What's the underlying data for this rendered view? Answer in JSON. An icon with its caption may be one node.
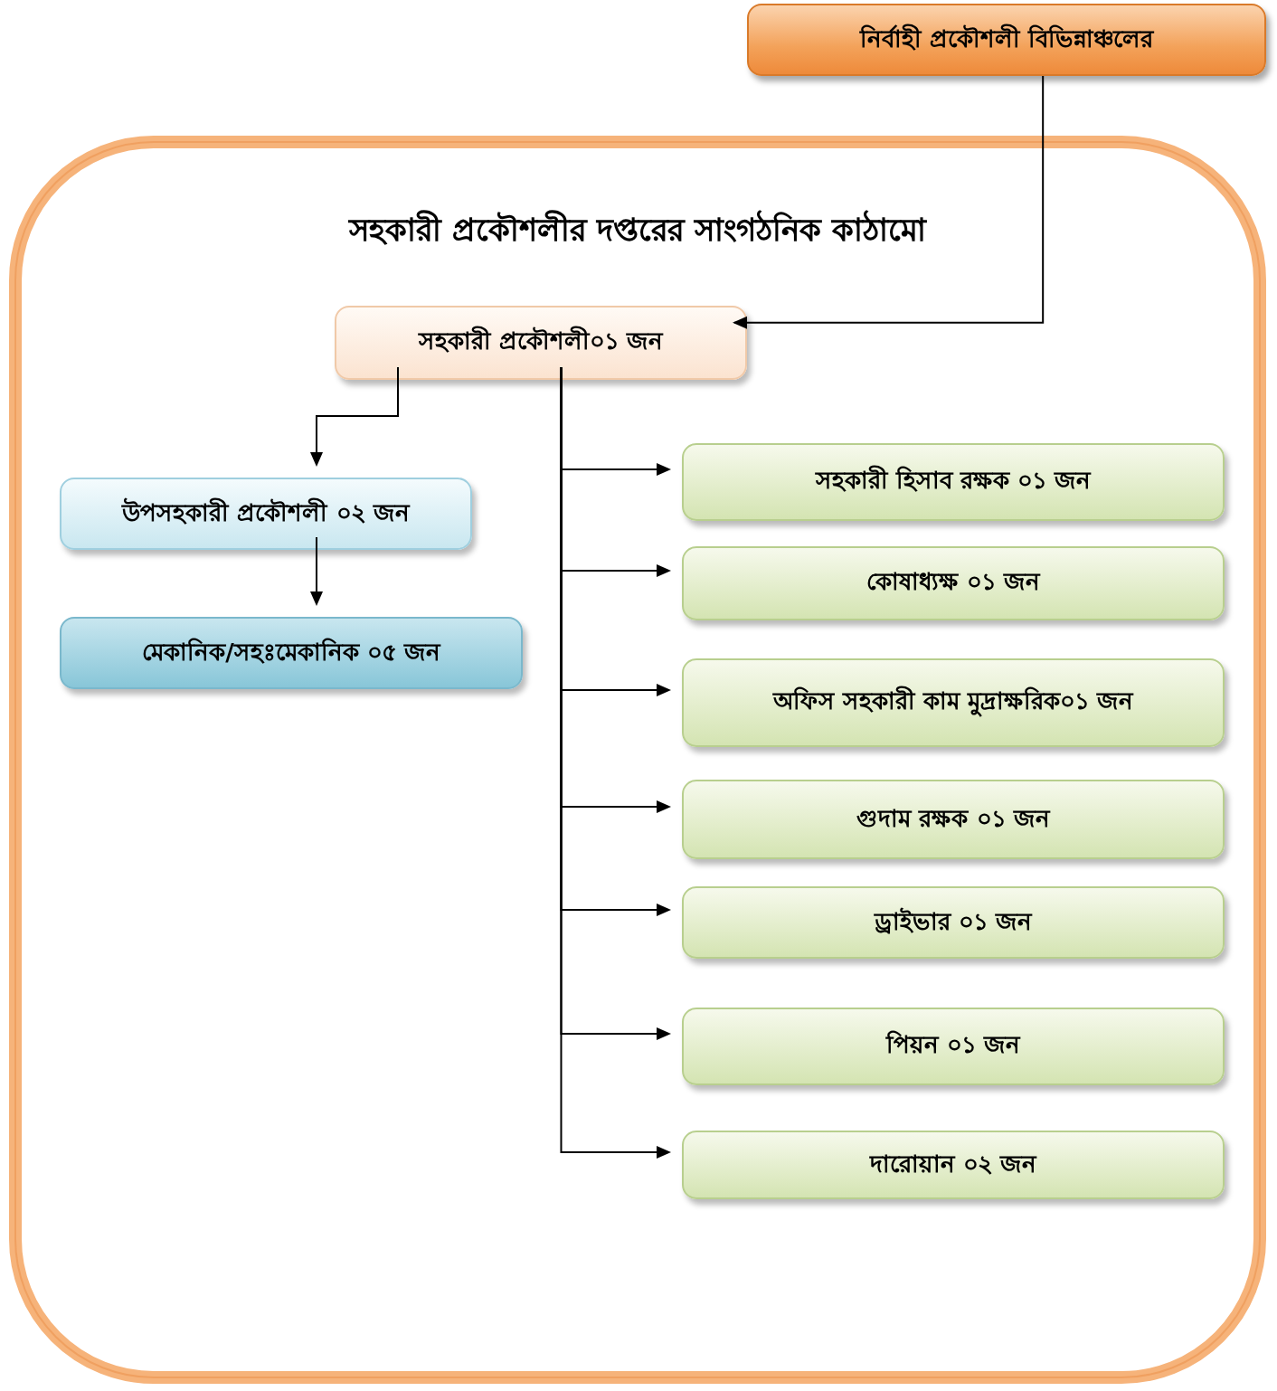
{
  "diagram": {
    "nodes": [
      {
        "text": [
          "নির্বাহী প্রকৌশলী বিভিন্নাঞ্চলের"
        ]
      },
      {
        "text": [
          "সহকারী প্রকৌশলীর দপ্তরের সাংগঠনিক কাঠামো"
        ]
      },
      {
        "text": [
          "সহকারী প্রকৌশলী০১ জন"
        ],
        "in": 1
      },
      {
        "text": [
          "উপসহকারী প্রকৌশলী ০২ জন"
        ],
        "in": 1
      },
      {
        "text": [
          "মেকানিক/সহঃমেকানিক ০৫ জন"
        ],
        "in": 1
      },
      {
        "text": [
          "সহকারী হিসাব রক্ষক ০১ জন"
        ],
        "in": 1
      },
      {
        "text": [
          "কোষাধ্যক্ষ ০১ জন"
        ],
        "in": 1
      },
      {
        "text": [
          "অফিস সহকারী কাম মুদ্রাক্ষরিক০১ জন"
        ],
        "in": 1
      },
      {
        "text": [
          "গুদাম রক্ষক ০১ জন"
        ],
        "in": 1
      },
      {
        "text": [
          "ড্রাইভার ০১ জন"
        ],
        "in": 1
      },
      {
        "text": [
          "পিয়ন ০১ জন"
        ],
        "in": 1
      },
      {
        "text": [
          "দারোয়ান ০২ জন"
        ],
        "in": 1
      }
    ],
    "edges": [
      {
        "from": 0,
        "to": 2,
        "arrow": "to"
      },
      {
        "from": 2,
        "to": 3,
        "arrow": "to"
      },
      {
        "from": 3,
        "to": 4,
        "arrow": "to"
      },
      {
        "from": 2,
        "to": 5,
        "arrow": "to"
      },
      {
        "from": 2,
        "to": 6,
        "arrow": "to"
      },
      {
        "from": 2,
        "to": 7,
        "arrow": "to"
      },
      {
        "from": 2,
        "to": 8,
        "arrow": "to"
      },
      {
        "from": 2,
        "to": 9,
        "arrow": "to"
      },
      {
        "from": 2,
        "to": 10,
        "arrow": "to"
      },
      {
        "from": 2,
        "to": 11,
        "arrow": "to"
      }
    ]
  }
}
